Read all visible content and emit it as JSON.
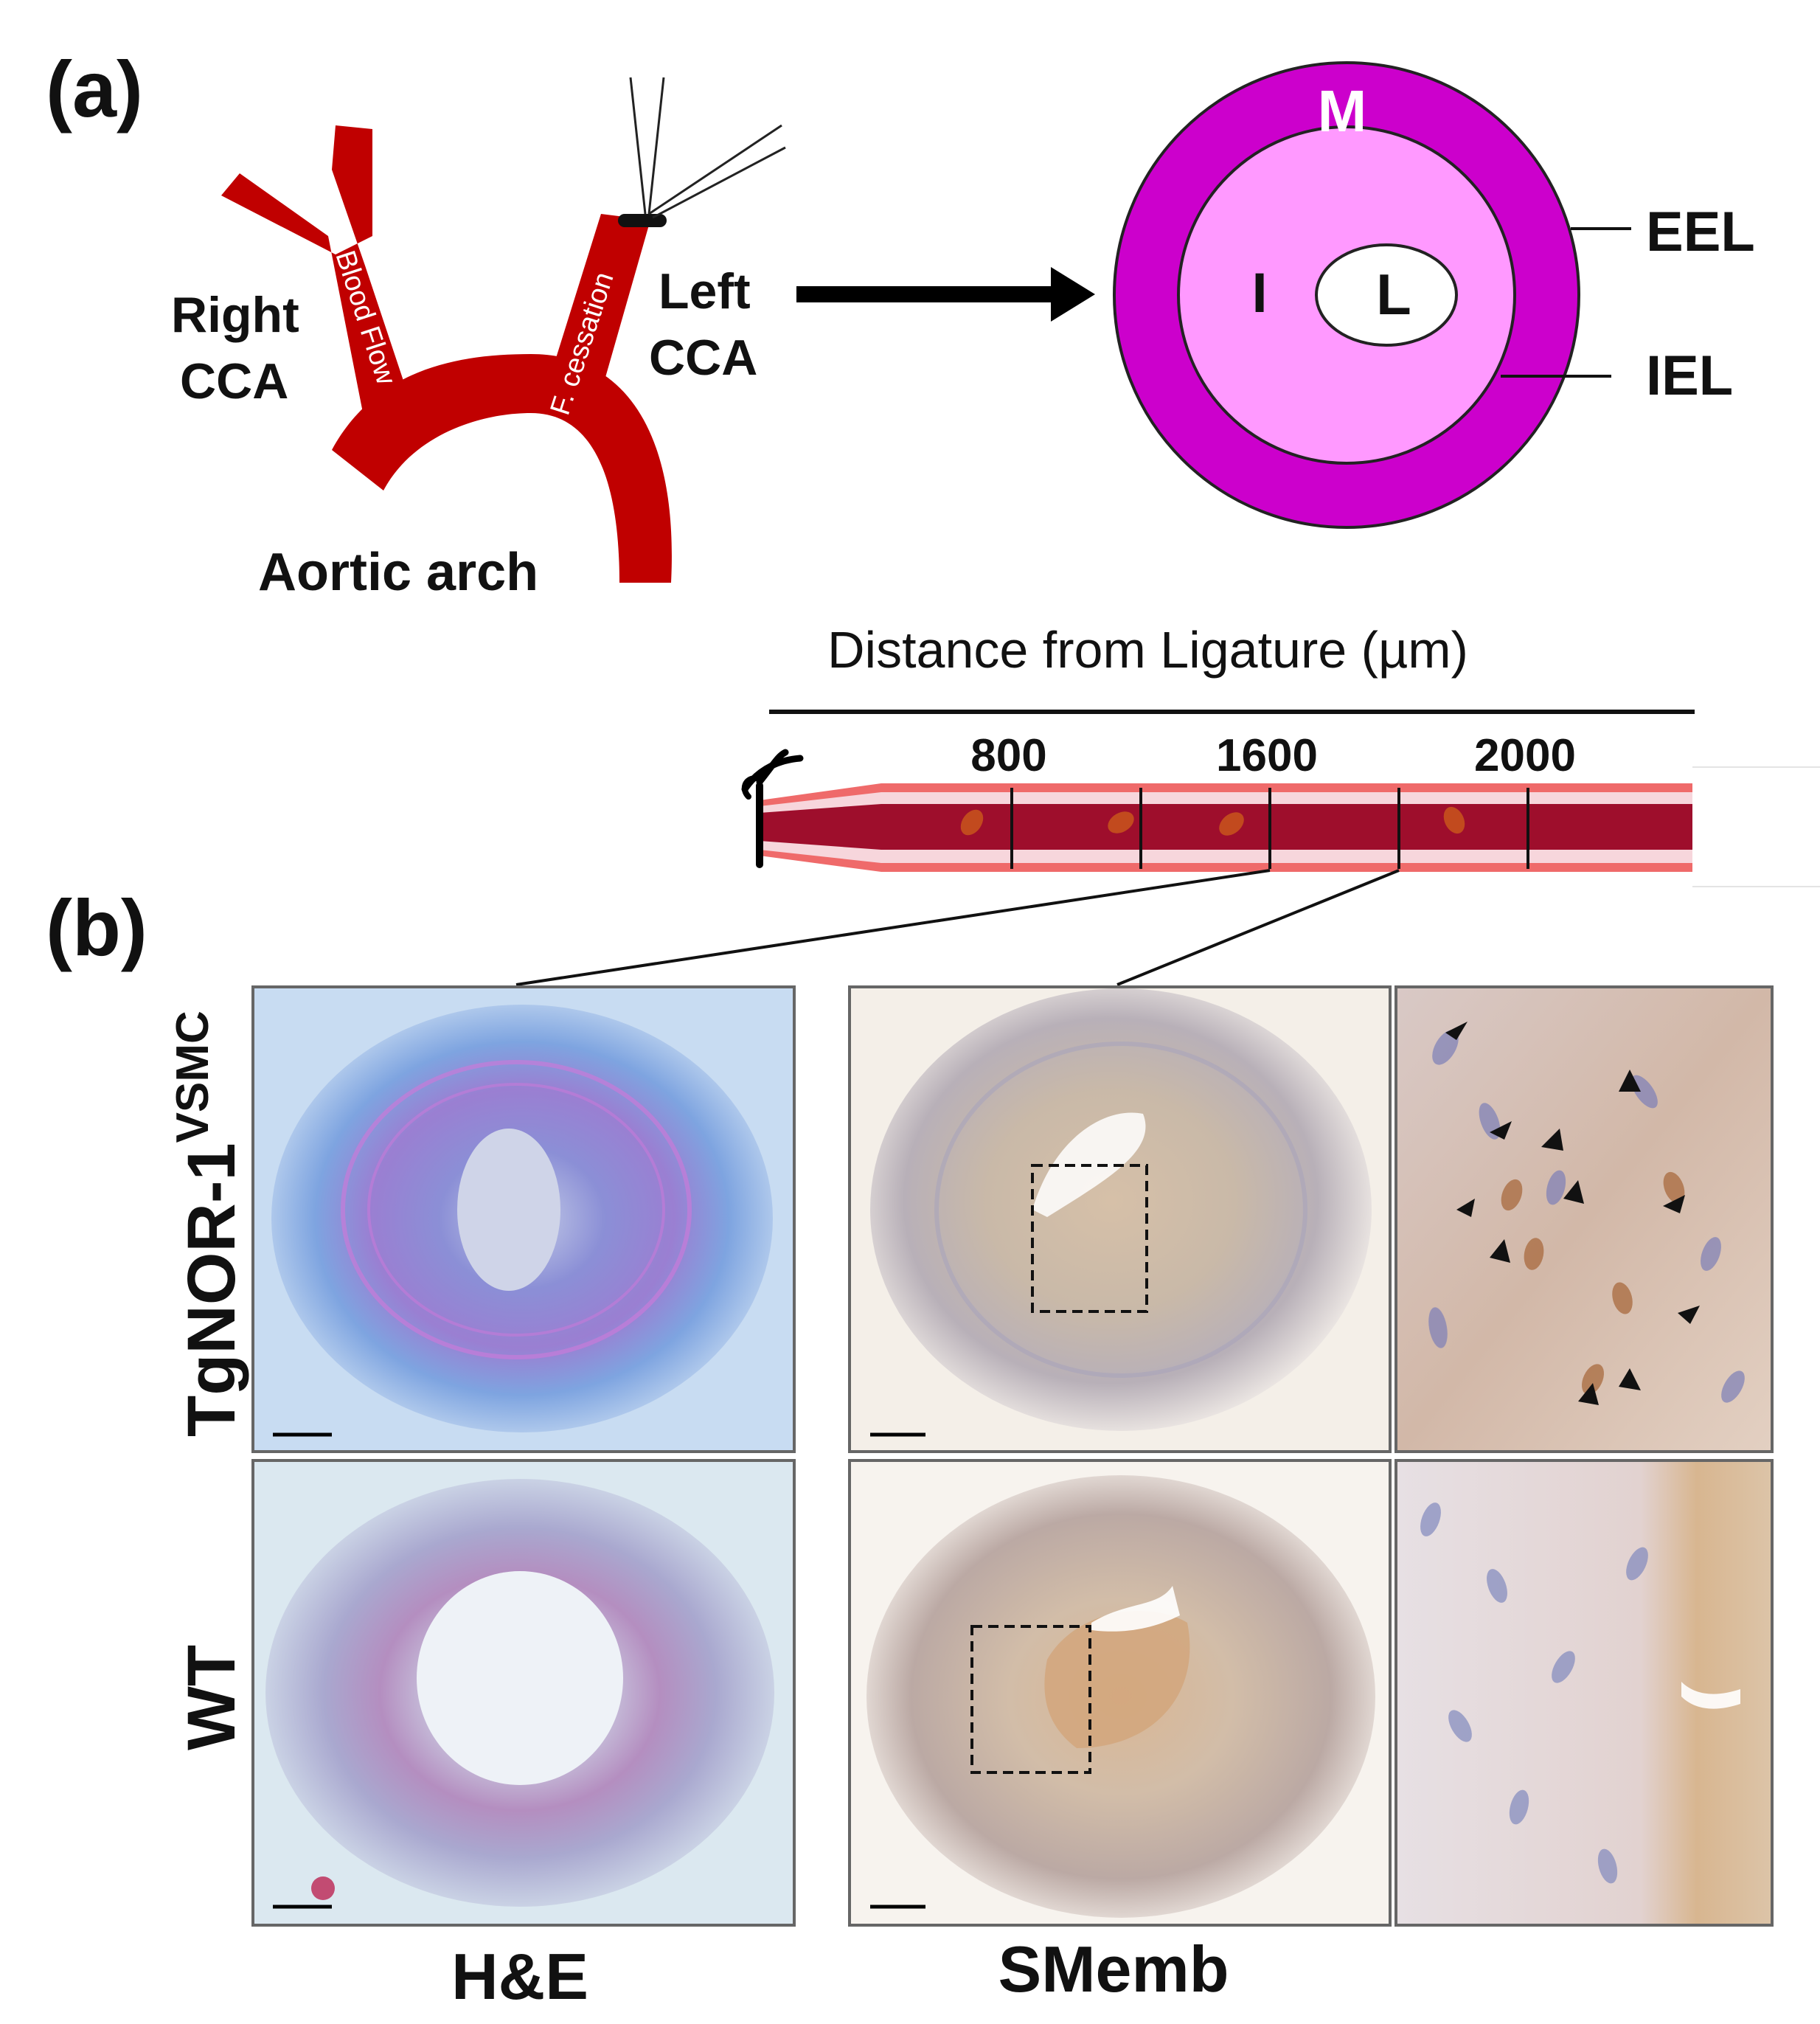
{
  "panel_a": {
    "label": "(a)",
    "right_cca": [
      "Right",
      "CCA"
    ],
    "left_cca": [
      "Left",
      "CCA"
    ],
    "blood_flow": "Blood Flow",
    "f_cessation": "F. cessation",
    "aortic_arch": "Aortic arch",
    "cross_section": {
      "media": "M",
      "intima": "I",
      "lumen": "L",
      "eel": "EEL",
      "iel": "IEL"
    },
    "distance_title": "Distance from Ligature (µm)",
    "distance_ticks": [
      "800",
      "1600",
      "2000"
    ]
  },
  "panel_b": {
    "label": "(b)",
    "row_labels": {
      "tg_main": "TgNOR-1",
      "tg_sup": "VSMC",
      "wt": "WT"
    },
    "col_labels": {
      "he": "H&E",
      "smemb": "SMemb"
    }
  },
  "colors": {
    "artery_red": "#c00000",
    "media_magenta": "#cc00cc",
    "intima_pink": "#ff99ff",
    "vessel_dark": "#9e0e2c",
    "vessel_edge": "#ef6a6a",
    "he_stain": "#a9bfea",
    "smemb_stain": "#e9dccd"
  }
}
